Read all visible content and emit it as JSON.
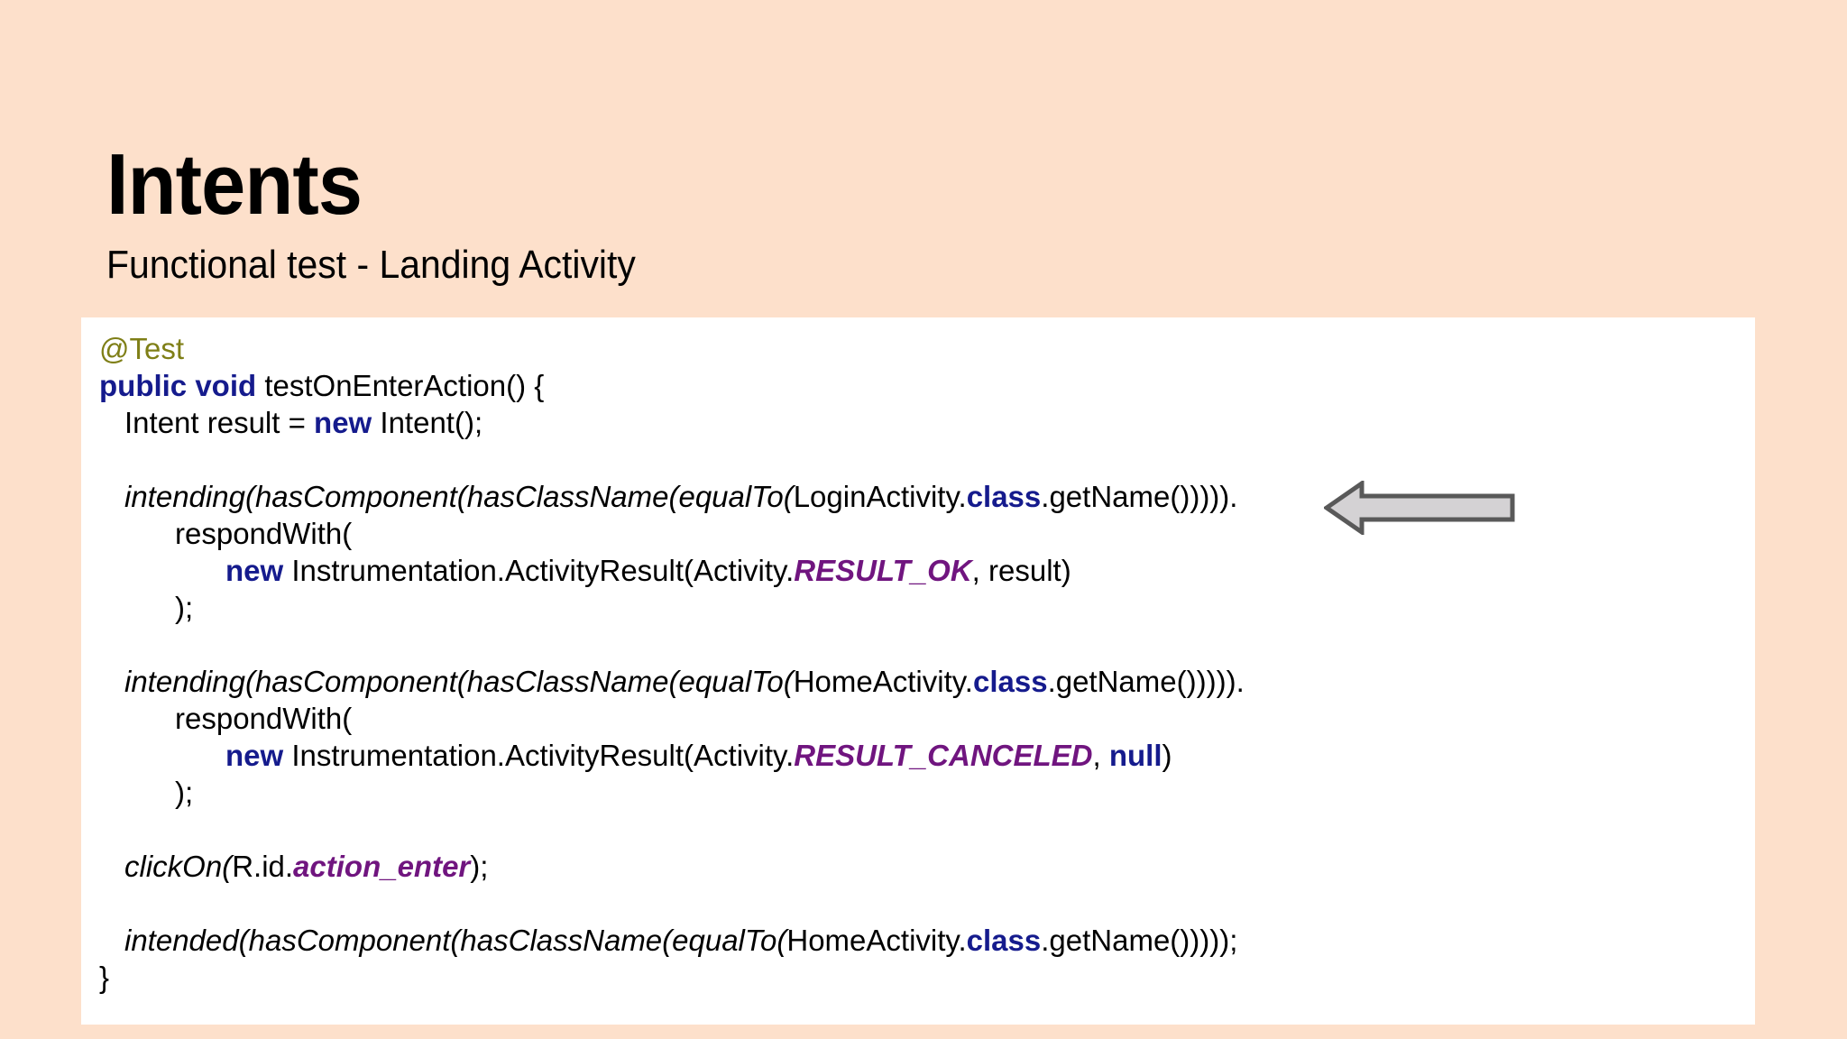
{
  "slide": {
    "title": "Intents",
    "subtitle": "Functional test - Landing Activity",
    "background_color": "#FDE0CB",
    "panel_color": "#FFFFFF"
  },
  "colors": {
    "annotation": "#7F7F17",
    "keyword": "#151B8D",
    "constant": "#70157F",
    "plain": "#000000",
    "arrow_fill": "#D4D2D4",
    "arrow_stroke": "#595959"
  },
  "code": {
    "language": "java",
    "lines": [
      {
        "indent": 0,
        "tokens": [
          {
            "t": "@Test",
            "c": "annotation"
          }
        ]
      },
      {
        "indent": 0,
        "tokens": [
          {
            "t": "public void",
            "c": "keyword"
          },
          {
            "t": " testOnEnterAction() {",
            "c": "plain"
          }
        ]
      },
      {
        "indent": 1,
        "tokens": [
          {
            "t": "Intent result = ",
            "c": "plain"
          },
          {
            "t": "new",
            "c": "keyword"
          },
          {
            "t": " Intent();",
            "c": "plain"
          }
        ]
      },
      {
        "indent": 0,
        "tokens": []
      },
      {
        "indent": 1,
        "tokens": [
          {
            "t": "intending(hasComponent(hasClassName(equalTo(",
            "c": "method"
          },
          {
            "t": "LoginActivity.",
            "c": "plain"
          },
          {
            "t": "class",
            "c": "keyword"
          },
          {
            "t": ".getName())))).",
            "c": "plain"
          }
        ]
      },
      {
        "indent": 3,
        "tokens": [
          {
            "t": "respondWith(",
            "c": "plain"
          }
        ]
      },
      {
        "indent": 5,
        "tokens": [
          {
            "t": "new",
            "c": "keyword"
          },
          {
            "t": " Instrumentation.ActivityResult(Activity.",
            "c": "plain"
          },
          {
            "t": "RESULT_OK",
            "c": "const"
          },
          {
            "t": ", result)",
            "c": "plain"
          }
        ]
      },
      {
        "indent": 3,
        "tokens": [
          {
            "t": ");",
            "c": "plain"
          }
        ]
      },
      {
        "indent": 0,
        "tokens": []
      },
      {
        "indent": 1,
        "tokens": [
          {
            "t": "intending(hasComponent(hasClassName(equalTo(",
            "c": "method"
          },
          {
            "t": "HomeActivity.",
            "c": "plain"
          },
          {
            "t": "class",
            "c": "keyword"
          },
          {
            "t": ".getName())))).",
            "c": "plain"
          }
        ]
      },
      {
        "indent": 3,
        "tokens": [
          {
            "t": "respondWith(",
            "c": "plain"
          }
        ]
      },
      {
        "indent": 5,
        "tokens": [
          {
            "t": "new",
            "c": "keyword"
          },
          {
            "t": " Instrumentation.ActivityResult(Activity.",
            "c": "plain"
          },
          {
            "t": "RESULT_CANCELED",
            "c": "const"
          },
          {
            "t": ", ",
            "c": "plain"
          },
          {
            "t": "null",
            "c": "keyword"
          },
          {
            "t": ")",
            "c": "plain"
          }
        ]
      },
      {
        "indent": 3,
        "tokens": [
          {
            "t": ");",
            "c": "plain"
          }
        ]
      },
      {
        "indent": 0,
        "tokens": []
      },
      {
        "indent": 1,
        "tokens": [
          {
            "t": "clickOn(",
            "c": "method"
          },
          {
            "t": "R.id.",
            "c": "plain"
          },
          {
            "t": "action_enter",
            "c": "const"
          },
          {
            "t": ");",
            "c": "plain"
          }
        ]
      },
      {
        "indent": 0,
        "tokens": []
      },
      {
        "indent": 1,
        "tokens": [
          {
            "t": "intended(hasComponent(hasClassName(equalTo(",
            "c": "method"
          },
          {
            "t": "HomeActivity.",
            "c": "plain"
          },
          {
            "t": "class",
            "c": "keyword"
          },
          {
            "t": ".getName()))));",
            "c": "plain"
          }
        ]
      },
      {
        "indent": 0,
        "tokens": [
          {
            "t": "}",
            "c": "plain"
          }
        ]
      }
    ]
  },
  "annotations": {
    "arrow": {
      "name": "left-arrow-callout",
      "direction": "left",
      "points_at_line": 4
    }
  }
}
